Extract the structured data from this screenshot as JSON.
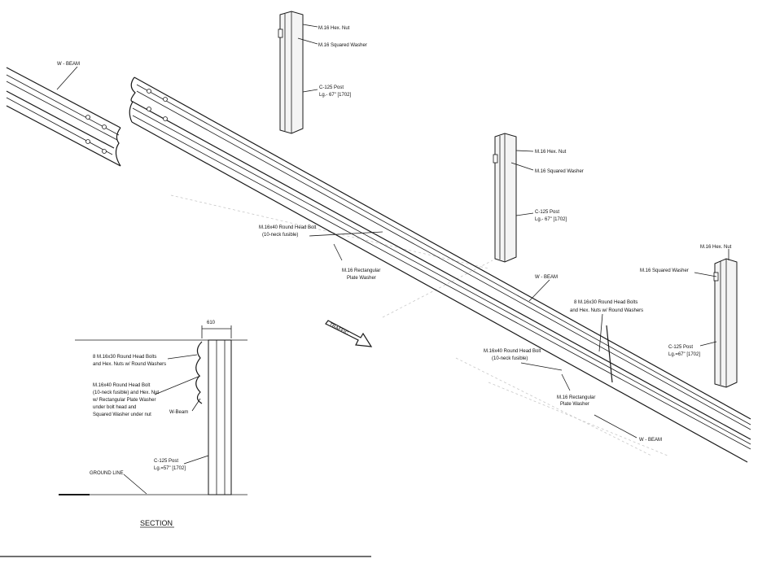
{
  "drawing": {
    "top_post": {
      "hex_nut": "M.16 Hex. Nut",
      "squared_washer": "M.16 Squared Washer",
      "post_line1": "C-125 Post",
      "post_line2": "Lg.- 67\" [1702]"
    },
    "mid_post": {
      "hex_nut": "M.16 Hex. Nut",
      "squared_washer": "M.16 Squared Washer",
      "post_line1": "C-125 Post",
      "post_line2": "Lg.- 67\" [1702]"
    },
    "right_post": {
      "hex_nut": "M.16 Hex. Nut",
      "squared_washer": "M.16 Squared Washer",
      "post_line1": "C-125 Post",
      "post_line2": "Lg.=67\" [1702]"
    },
    "left_beam_label": "W - BEAM",
    "center_beam_label": "W - BEAM",
    "lower_beam_label": "W - BEAM",
    "upper_bolt": {
      "line1": "M.16x40 Round Head Bolt",
      "line2": "(10-neck fusible)"
    },
    "upper_plate_washer": {
      "line1": "M.16 Rectangular",
      "line2": "Plate Washer"
    },
    "splice_bolts": {
      "line1": "8 M.16x30 Round Head Bolts",
      "line2": "and Hex. Nuts w/ Round Washers"
    },
    "lower_bolt": {
      "line1": "M.16x40 Round Head Bolt",
      "line2": "(10-neck fusible)"
    },
    "lower_plate_washer": {
      "line1": "M.16 Rectangular",
      "line2": "Plate Washer"
    },
    "traffic_label": "TRAFFIC",
    "section": {
      "dimension": "610",
      "bolts_line1": "8 M.16x30 Round Head Bolts",
      "bolts_line2": "and Hex. Nuts w/ Round Washers",
      "assembly_line1": "M.16x40 Round Head Bolt",
      "assembly_line2": "(10-neck fusible) and Hex. Nut",
      "assembly_line3": "w/ Rectangular Plate Washer",
      "assembly_line4": "under bolt head and",
      "assembly_line5": "Squared Washer under nut",
      "wbeam": "W-Beam",
      "post_line1": "C-125 Post",
      "post_line2": "Lg.=57\" [1702]",
      "ground_line": "GROUND LINE",
      "title": "SECTION"
    }
  }
}
